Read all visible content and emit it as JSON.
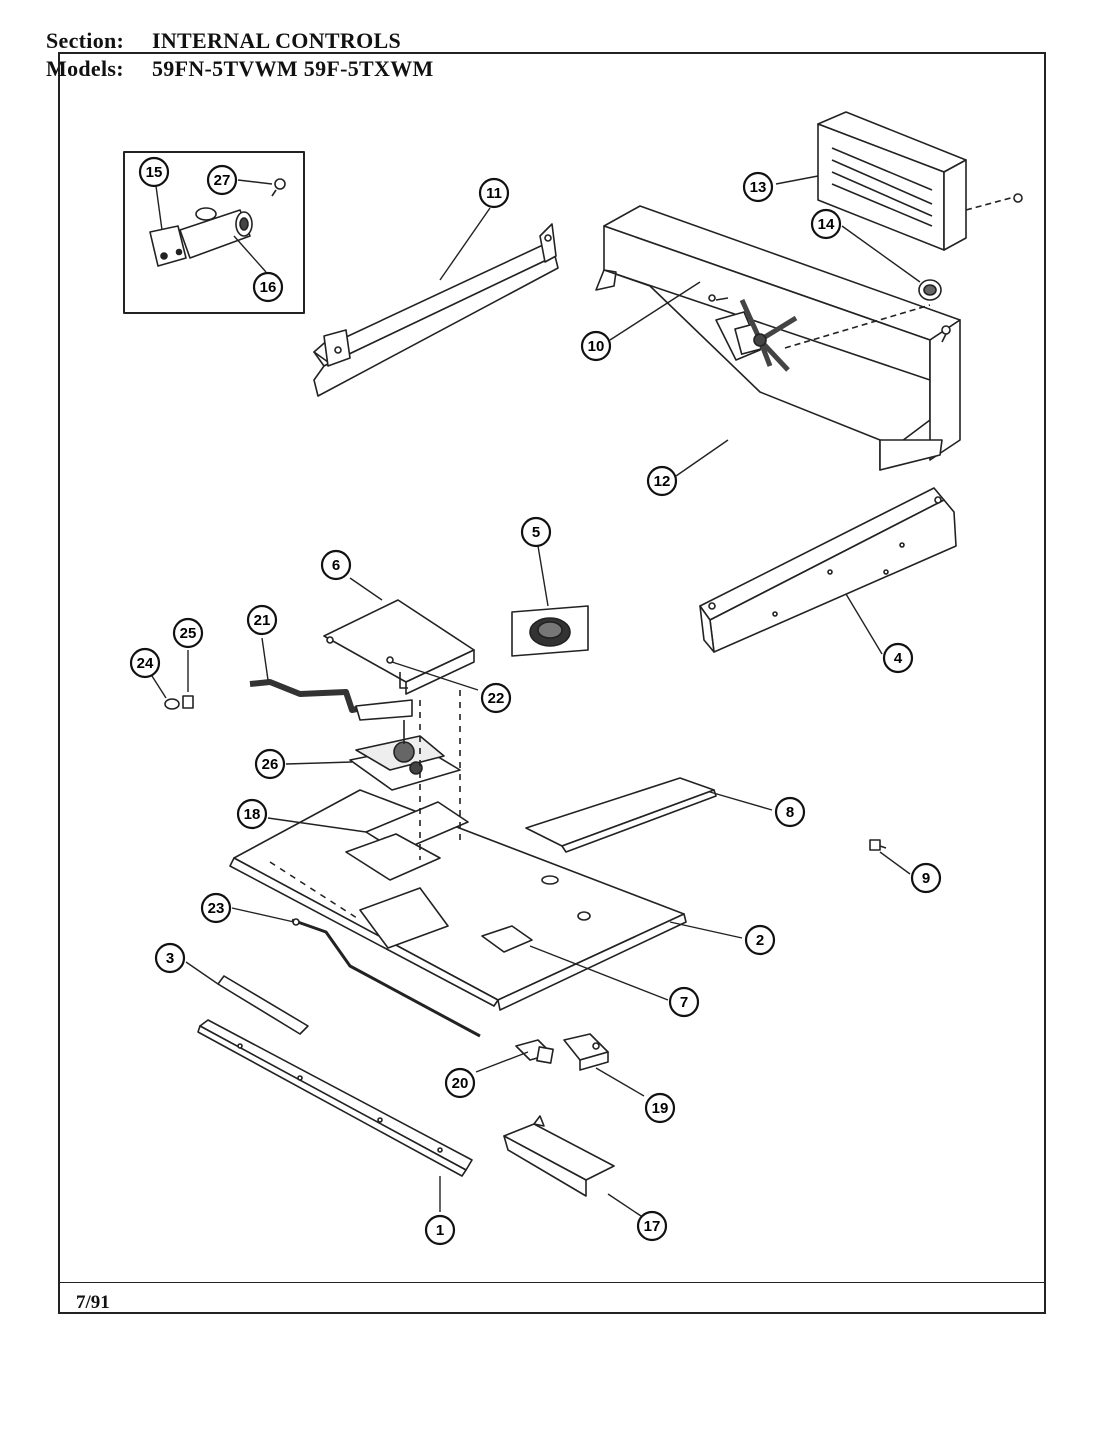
{
  "header": {
    "section_label": "Section:",
    "section_value": "INTERNAL CONTROLS",
    "models_label": "Models:",
    "models_value": "59FN-5TVWM  59F-5TXWM"
  },
  "footer": {
    "date": "7/91"
  },
  "callouts": [
    "1",
    "2",
    "3",
    "4",
    "5",
    "6",
    "7",
    "8",
    "9",
    "10",
    "11",
    "12",
    "13",
    "14",
    "15",
    "16",
    "17",
    "18",
    "19",
    "20",
    "21",
    "22",
    "23",
    "24",
    "25",
    "26",
    "27"
  ]
}
